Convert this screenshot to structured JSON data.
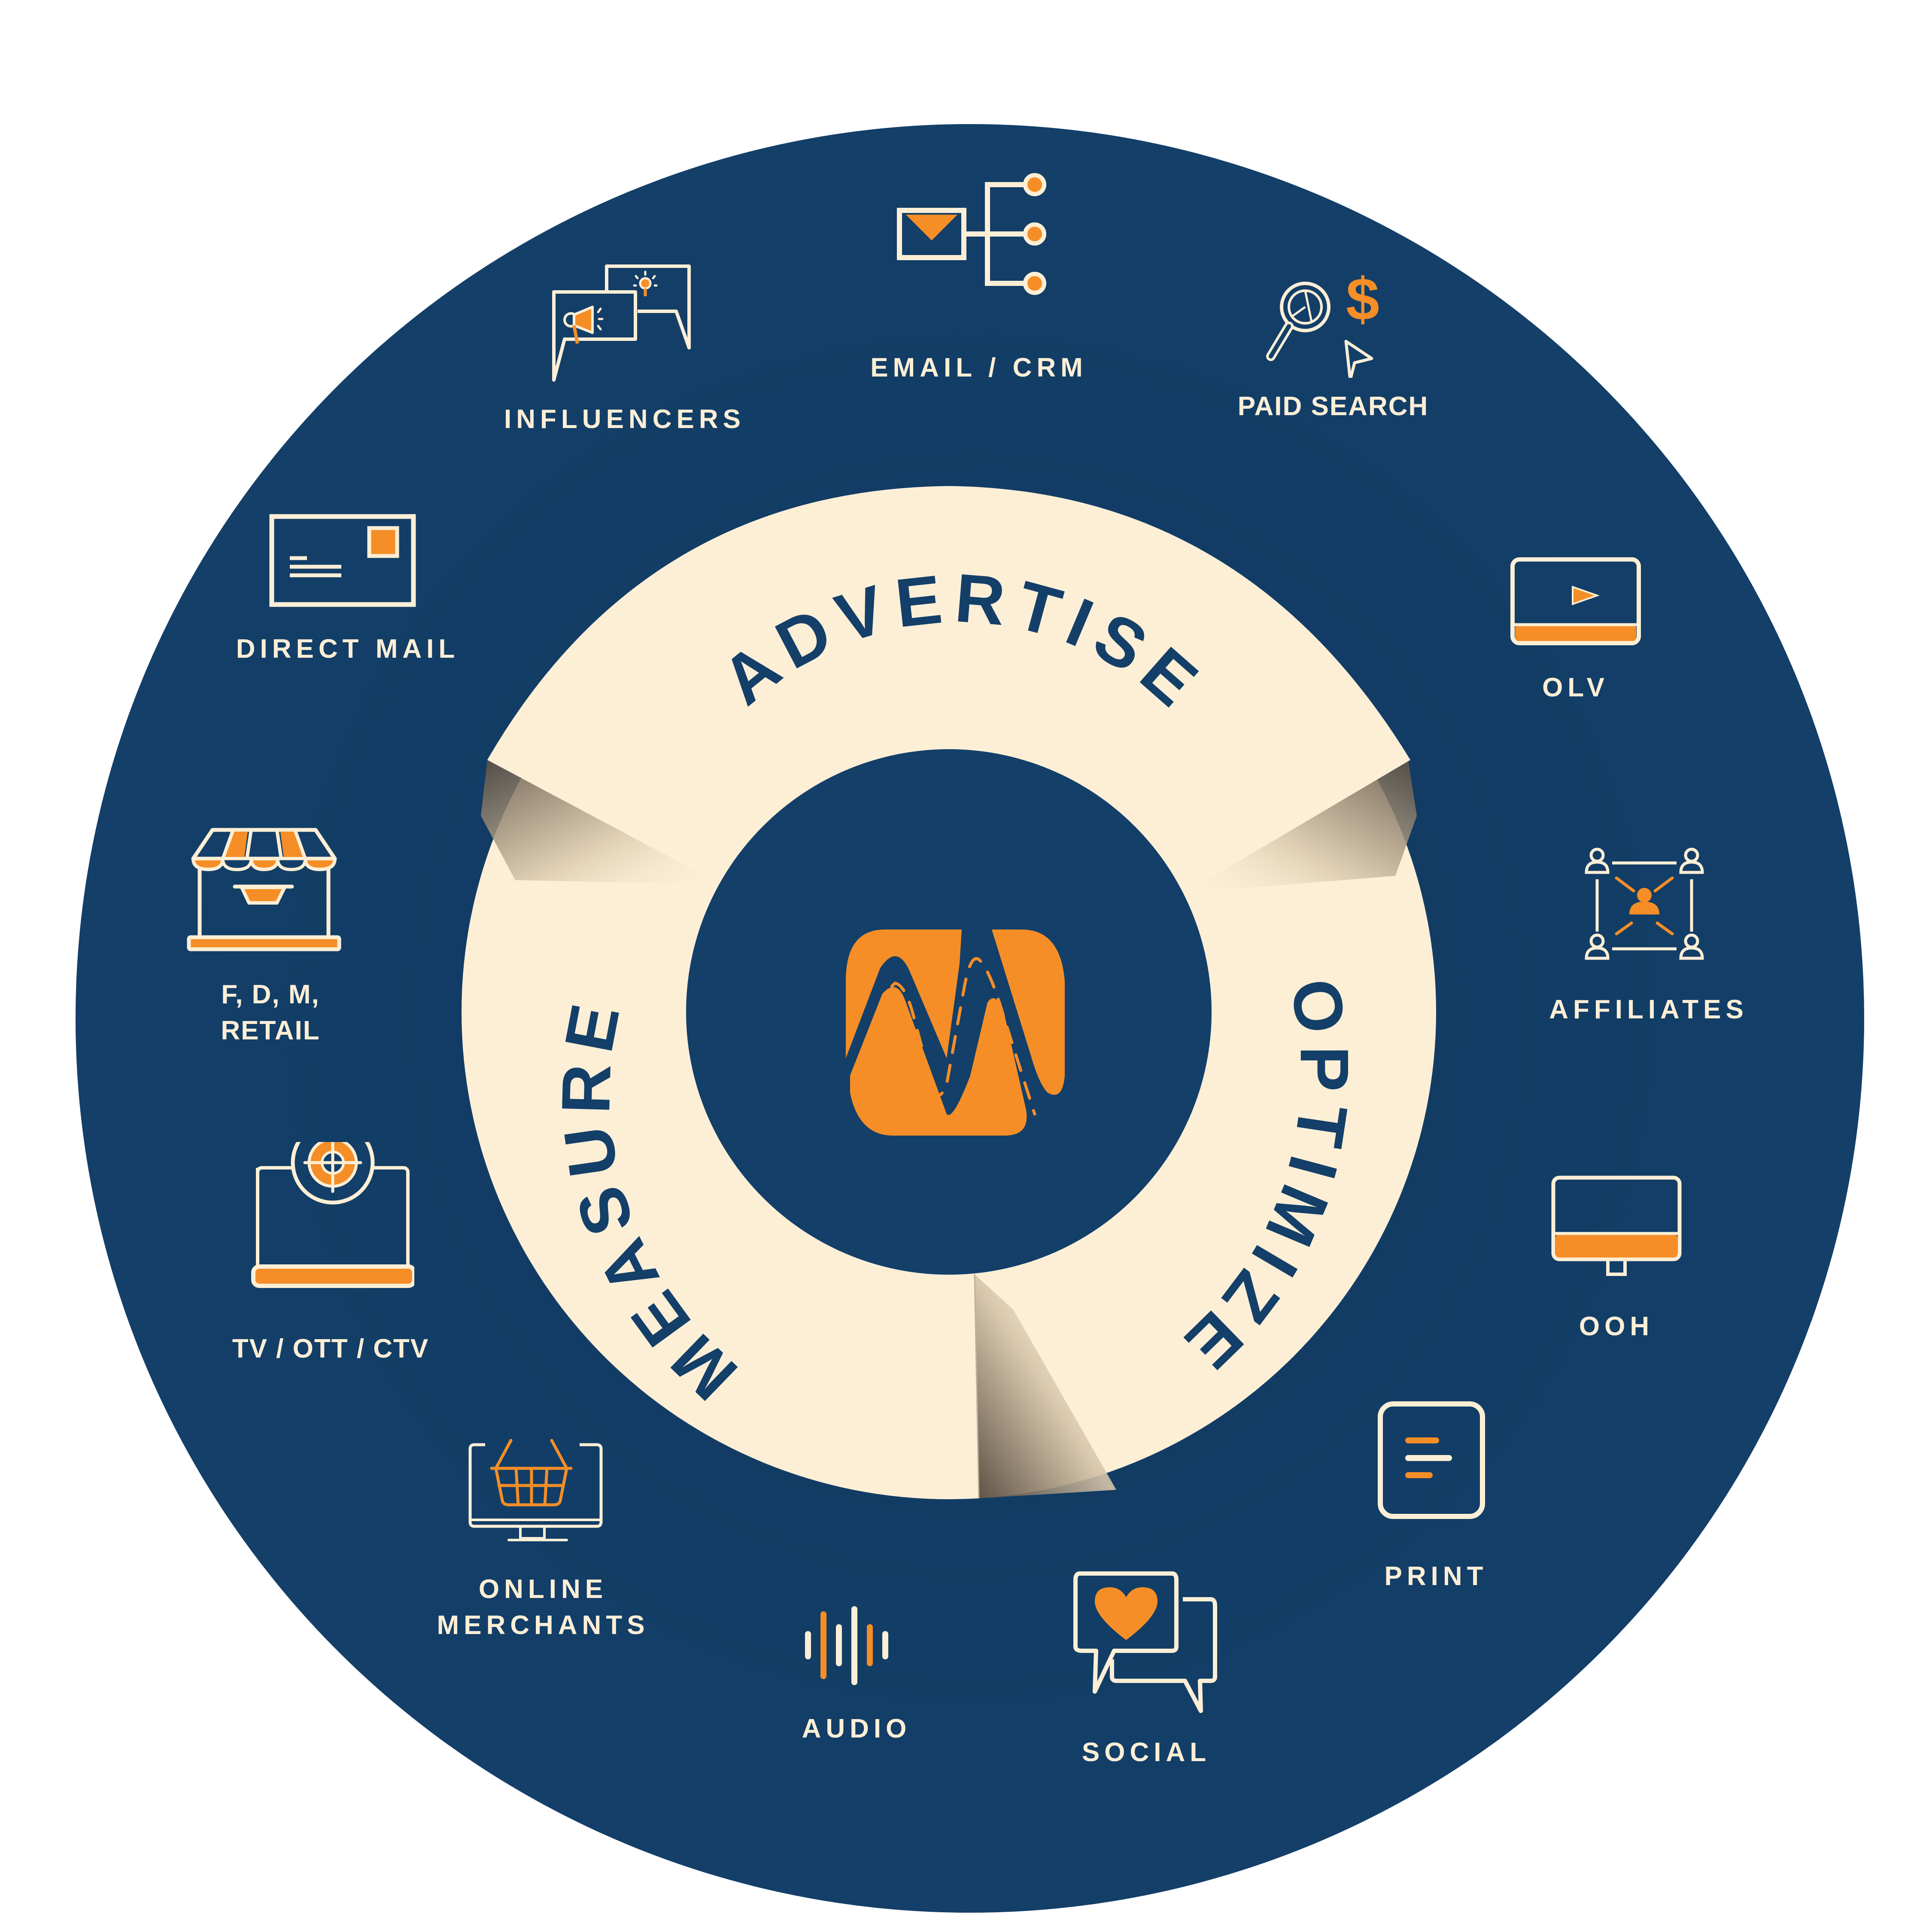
{
  "colors": {
    "navy": "#133F69",
    "cream": "#FDEFD6",
    "orange": "#F58E27",
    "background": "#FFFFFF"
  },
  "wheel": {
    "segments": [
      {
        "label": "ADVERTISE"
      },
      {
        "label": "OPTIMIZE"
      },
      {
        "label": "MEASURE"
      }
    ],
    "center_logo": "m-road-logo-icon"
  },
  "channels": [
    {
      "label": "EMAIL / CRM",
      "icon": "email-crm-network-icon"
    },
    {
      "label": "PAID SEARCH",
      "icon": "paid-search-magnifier-dollar-icon"
    },
    {
      "label": "OLV",
      "icon": "online-video-play-icon"
    },
    {
      "label": "AFFILIATES",
      "icon": "affiliates-network-icon"
    },
    {
      "label": "OOH",
      "icon": "billboard-screen-icon"
    },
    {
      "label": "PRINT",
      "icon": "print-document-icon"
    },
    {
      "label": "SOCIAL",
      "icon": "social-chat-heart-icon"
    },
    {
      "label": "AUDIO",
      "icon": "audio-waveform-icon"
    },
    {
      "label": "ONLINE\nMERCHANTS",
      "icon": "online-basket-monitor-icon"
    },
    {
      "label": "TV / OTT / CTV",
      "icon": "tv-target-icon"
    },
    {
      "label": "F, D, M,\nRETAIL",
      "icon": "storefront-icon"
    },
    {
      "label": "DIRECT MAIL",
      "icon": "postcard-icon"
    },
    {
      "label": "INFLUENCERS",
      "icon": "influencer-chat-megaphone-icon"
    }
  ]
}
